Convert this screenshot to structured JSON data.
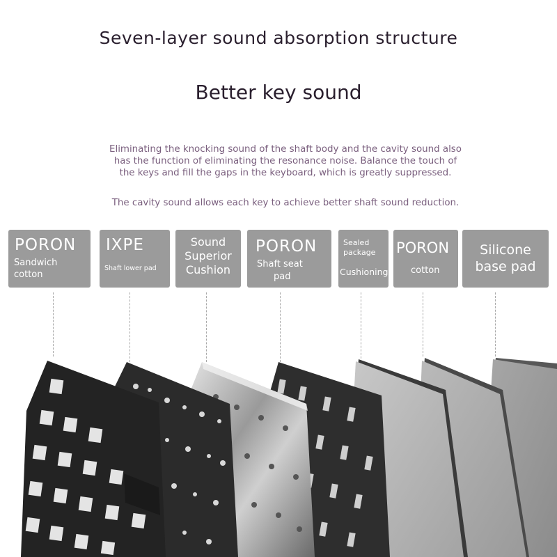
{
  "header": {
    "title": "Seven-layer sound absorption structure",
    "subtitle": "Better key sound"
  },
  "description": {
    "line1": "Eliminating the knocking sound of the shaft body and the cavity sound also",
    "line2": "has the function of eliminating the resonance noise. Balance the touch of",
    "line3": "the keys and fill the gaps in the keyboard, which is greatly suppressed.",
    "line4": "The cavity sound allows each key to achieve better shaft sound reduction."
  },
  "layers": [
    {
      "main": "PORON",
      "sub1": "Sandwich",
      "sub2": "cotton"
    },
    {
      "main": "IXPE",
      "sub1": "Shaft lower pad"
    },
    {
      "main1": "Sound",
      "main2": "Superior",
      "main3": "Cushion"
    },
    {
      "main": "PORON",
      "sub1": "Shaft seat",
      "sub2": "pad"
    },
    {
      "sub1": "Sealed",
      "sub2": "package",
      "sub3": "Cushioning"
    },
    {
      "main": "PORON",
      "sub1": "cotton"
    },
    {
      "main1": "Silicone",
      "main2": "base pad"
    }
  ],
  "colors": {
    "label_bg": "#9b9b9b",
    "title": "#2a1f2e",
    "description": "#7a5f7e"
  }
}
